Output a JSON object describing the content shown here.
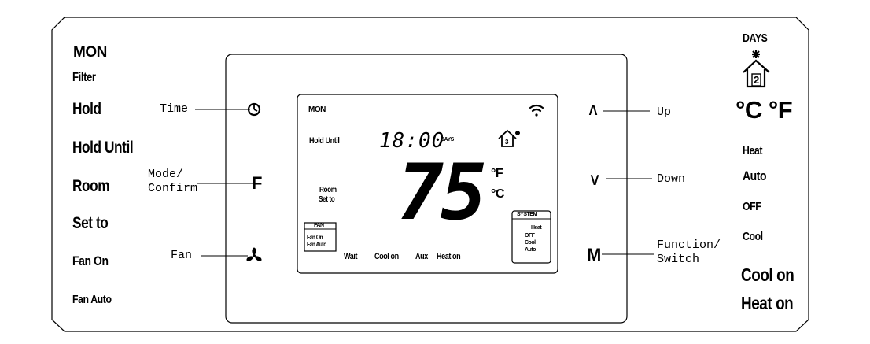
{
  "left_panel": {
    "mon": "MON",
    "filter": "Filter",
    "hold": "Hold",
    "hold_until": "Hold Until",
    "room": "Room",
    "set_to": "Set to",
    "fan_on": "Fan On",
    "fan_auto": "Fan Auto"
  },
  "right_panel": {
    "days": "DAYS",
    "day_number": "2",
    "temp_units": "°C °F",
    "heat": "Heat",
    "auto": "Auto",
    "off": "OFF",
    "cool": "Cool",
    "cool_on": "Cool on",
    "heat_on": "Heat on"
  },
  "callouts": {
    "time": "Time",
    "mode_line1": "Mode/",
    "mode_line2": "Confirm",
    "fan": "Fan",
    "up": "Up",
    "down": "Down",
    "function_line1": "Function/",
    "function_line2": "Switch"
  },
  "buttons": {
    "mode_glyph": "F",
    "function_glyph": "M",
    "up_glyph": "∧",
    "down_glyph": "∨"
  },
  "lcd": {
    "mon": "MON",
    "hold_until": "Hold Until",
    "time": "18:00",
    "days": "DAYS",
    "day_number": "3",
    "room": "Room",
    "set_to": "Set to",
    "temperature": "75",
    "unit_f": "°F",
    "unit_c": "°C",
    "fan_box_title": "FAN",
    "fan_on": "Fan On",
    "fan_auto": "Fan Auto",
    "wait": "Wait",
    "cool_on": "Cool on",
    "aux": "Aux",
    "heat_on": "Heat on",
    "system_title": "SYSTEM",
    "system_heat": "Heat",
    "system_off": "OFF",
    "system_cool": "Cool",
    "system_auto": "Auto"
  }
}
